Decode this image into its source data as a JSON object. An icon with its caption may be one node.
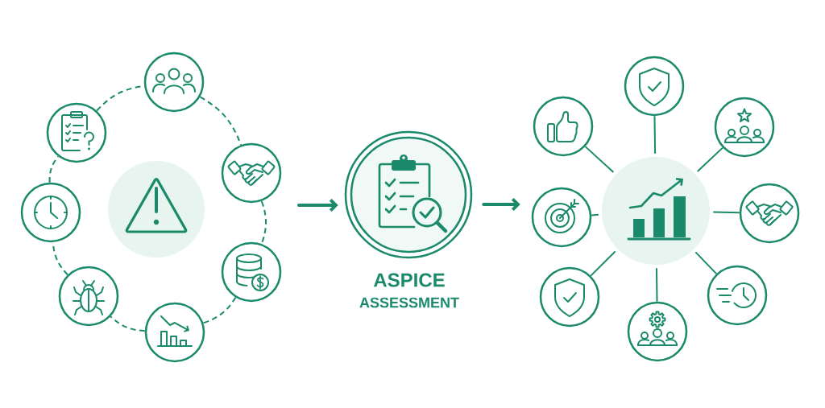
{
  "diagram": {
    "nodes": [
      {
        "text": [],
        "shape": "circle"
      },
      {
        "text": [],
        "shape": "circle"
      },
      {
        "text": [],
        "shape": "circle"
      },
      {
        "text": [],
        "shape": "circle"
      },
      {
        "text": [],
        "shape": "circle"
      },
      {
        "text": [],
        "shape": "circle"
      },
      {
        "text": [],
        "shape": "circle"
      },
      {
        "text": [],
        "shape": "circle"
      },
      {
        "text": [
          "ASPICE",
          "ASSESSMENT"
        ]
      },
      {
        "text": [],
        "shape": "circle"
      },
      {
        "text": [],
        "shape": "circle"
      },
      {
        "text": [],
        "shape": "circle"
      },
      {
        "text": [],
        "shape": "circle"
      },
      {
        "text": [],
        "shape": "circle"
      },
      {
        "text": [],
        "shape": "circle"
      },
      {
        "text": [],
        "shape": "circle"
      },
      {
        "text": [],
        "shape": "circle"
      },
      {
        "text": [],
        "shape": "circle"
      }
    ],
    "edges": [
      {
        "from": 1,
        "to": 7,
        "arrow": "none",
        "style": "dashed"
      },
      {
        "from": 7,
        "to": 6,
        "arrow": "none",
        "style": "dashed"
      },
      {
        "from": 6,
        "to": 5,
        "arrow": "none",
        "style": "dashed"
      },
      {
        "from": 5,
        "to": 4,
        "arrow": "none",
        "style": "dashed"
      },
      {
        "from": 4,
        "to": 3,
        "arrow": "none",
        "style": "dashed"
      },
      {
        "from": 3,
        "to": 2,
        "arrow": "none",
        "style": "dashed"
      },
      {
        "from": 2,
        "to": 1,
        "arrow": "none",
        "style": "dashed"
      },
      {
        "from": null,
        "to": 8,
        "arrow": "to",
        "style": "thick"
      },
      {
        "from": 8,
        "to": 13,
        "arrow": "to",
        "style": "thick"
      },
      {
        "from": 9,
        "to": 10,
        "arrow": "none"
      },
      {
        "from": 9,
        "to": 11,
        "arrow": "none"
      },
      {
        "from": 9,
        "to": 12,
        "arrow": "none"
      },
      {
        "from": 9,
        "to": 13,
        "arrow": "none"
      },
      {
        "from": 9,
        "to": 14,
        "arrow": "none"
      },
      {
        "from": 9,
        "to": 15,
        "arrow": "none"
      },
      {
        "from": 9,
        "to": 16,
        "arrow": "none"
      },
      {
        "from": 9,
        "to": 17,
        "arrow": "none"
      }
    ]
  }
}
